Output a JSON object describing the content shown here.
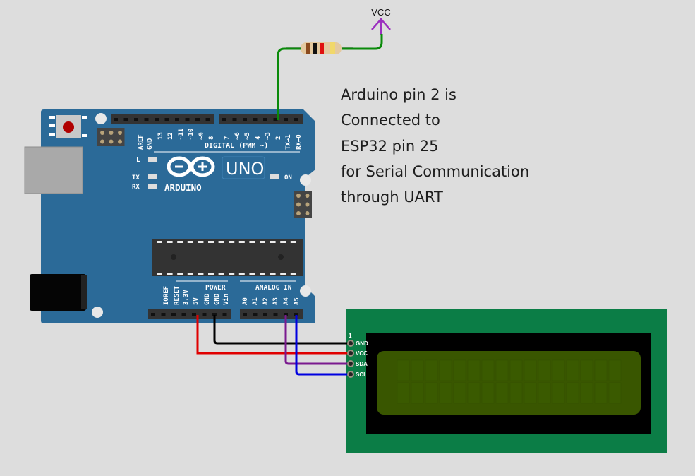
{
  "vcc": {
    "label": "VCC"
  },
  "annotation": {
    "lines": [
      "Arduino pin 2 is",
      "Connected to",
      "ESP32 pin 25",
      "for Serial Communication",
      "through UART"
    ]
  },
  "arduino": {
    "brand": "ARDUINO",
    "model": "UNO",
    "digital_label": "DIGITAL (PWM ~)",
    "digital_pins": [
      "AREF",
      "GND",
      "13",
      "12",
      "~11",
      "~10",
      "~9",
      "8",
      "7",
      "~6",
      "~5",
      "4",
      "~3",
      "2",
      "TX→1",
      "RX←0"
    ],
    "led_labels": {
      "l": "L",
      "tx": "TX",
      "rx": "RX",
      "on": "ON"
    },
    "power_label": "POWER",
    "power_pins": [
      "IOREF",
      "RESET",
      "3.3V",
      "5V",
      "GND",
      "GND",
      "Vin"
    ],
    "analog_label": "ANALOG IN",
    "analog_pins": [
      "A0",
      "A1",
      "A2",
      "A3",
      "A4",
      "A5"
    ]
  },
  "lcd": {
    "pin1_marker": "1",
    "pins": [
      "GND",
      "VCC",
      "SDA",
      "SCL"
    ]
  },
  "colors": {
    "board": "#2b6a98",
    "lcd_pcb": "#0b7d46",
    "lcd_screen": "#395600",
    "wire_green": "#0a8a0a",
    "wire_red": "#e00000",
    "wire_black": "#000000",
    "wire_purple": "#7a1a8f",
    "wire_blue": "#0000e0",
    "vcc_arrow": "#9b2fbf"
  }
}
